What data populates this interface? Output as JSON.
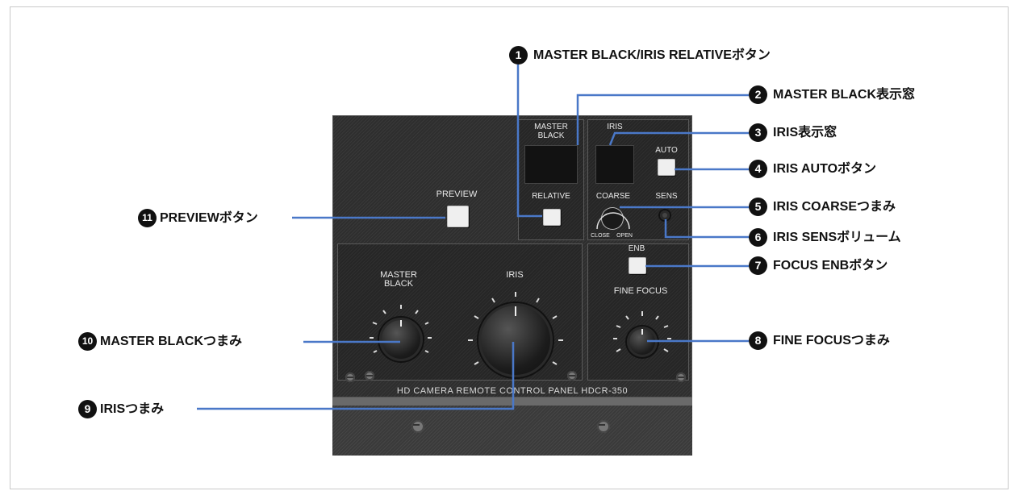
{
  "device": {
    "master_black_display_label": "MASTER\nBLACK",
    "relative_label": "RELATIVE",
    "iris_label": "IRIS",
    "auto_label": "AUTO",
    "coarse_label": "COARSE",
    "sens_label": "SENS",
    "close_label": "CLOSE",
    "open_label": "OPEN",
    "preview_label": "PREVIEW",
    "enb_label": "ENB",
    "fine_focus_label": "FINE FOCUS",
    "master_black_knob_label": "MASTER\nBLACK",
    "iris_knob_label": "IRIS",
    "model_text": "HD CAMERA REMOTE CONTROL PANEL HDCR-350"
  },
  "callouts": [
    {
      "num": "1",
      "text": "MASTER BLACK/IRIS RELATIVEボタン"
    },
    {
      "num": "2",
      "text": "MASTER BLACK表示窓"
    },
    {
      "num": "3",
      "text": "IRIS表示窓"
    },
    {
      "num": "4",
      "text": "IRIS AUTOボタン"
    },
    {
      "num": "5",
      "text": "IRIS COARSEつまみ"
    },
    {
      "num": "6",
      "text": "IRIS SENSボリューム"
    },
    {
      "num": "7",
      "text": "FOCUS ENBボタン"
    },
    {
      "num": "8",
      "text": "FINE FOCUSつまみ"
    },
    {
      "num": "9",
      "text": "IRISつまみ"
    },
    {
      "num": "10",
      "text": "MASTER BLACKつまみ"
    },
    {
      "num": "11",
      "text": "PREVIEWボタン"
    }
  ],
  "colors": {
    "leader_line": "#4a78c8",
    "panel": "#2e2e2e",
    "callout_circle": "#111111"
  }
}
